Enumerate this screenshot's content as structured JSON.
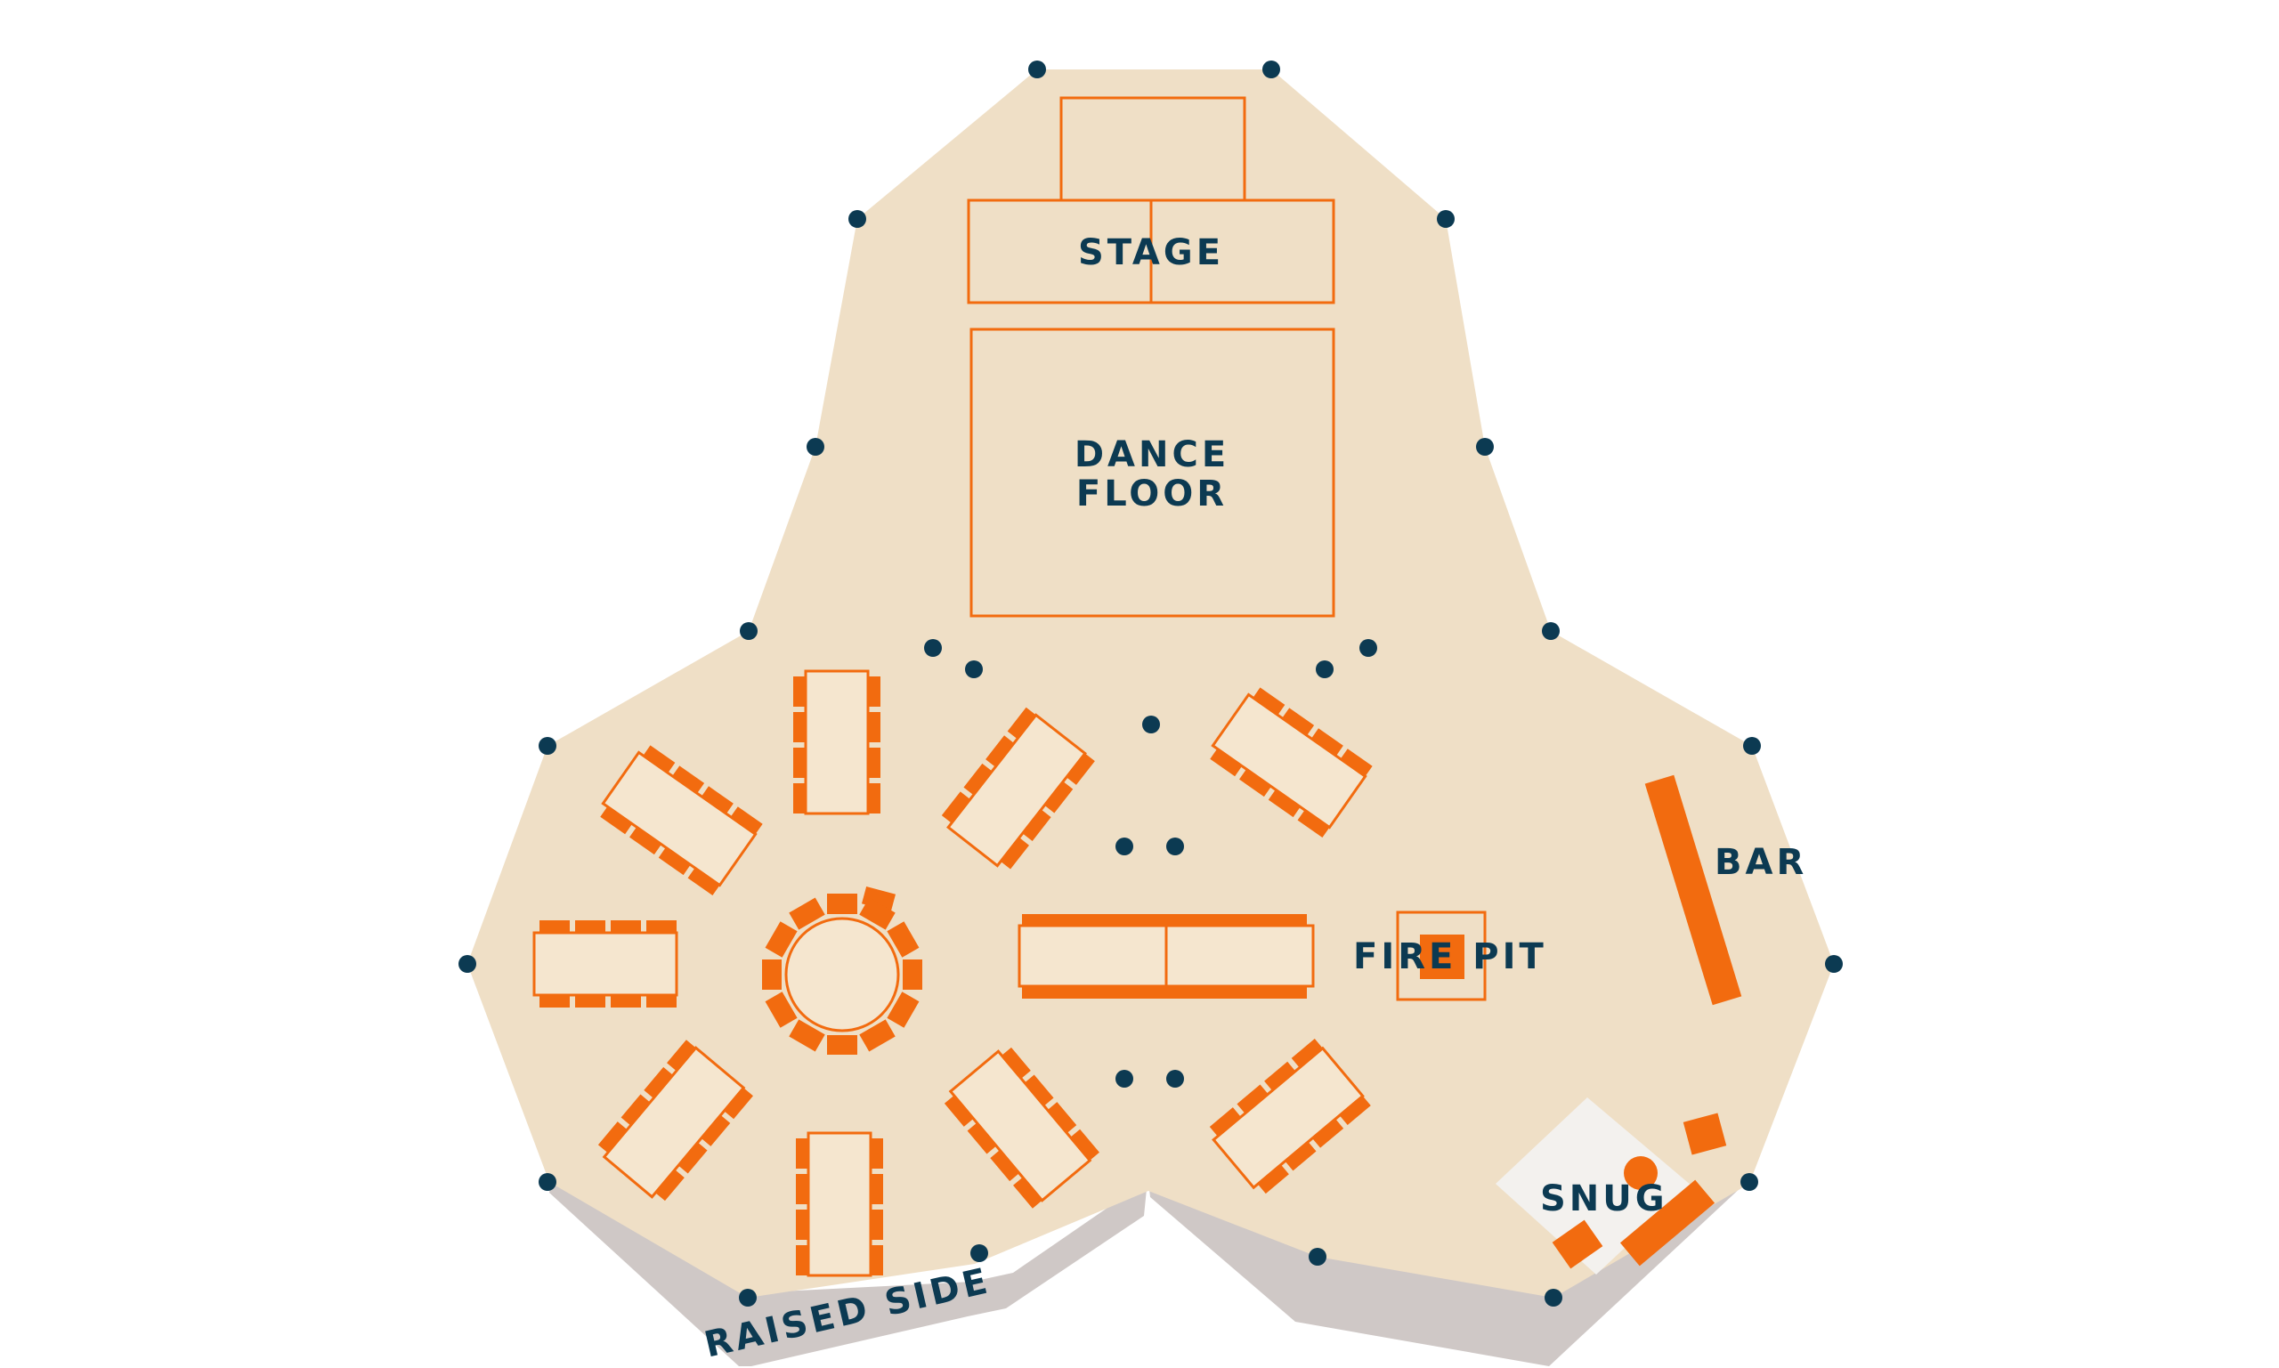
{
  "labels": {
    "stage": "STAGE",
    "dance_floor_line1": "DANCE",
    "dance_floor_line2": "FLOOR",
    "fire_pit": "FIRE PIT",
    "bar": "BAR",
    "snug": "SNUG",
    "raised_side": "RAISED SIDE"
  },
  "colors": {
    "floor": "#efdfc6",
    "raised": "#cfc8c6",
    "accent": "#f26b0f",
    "post": "#0c3a52",
    "snug_rug": "#f3f1ee"
  }
}
